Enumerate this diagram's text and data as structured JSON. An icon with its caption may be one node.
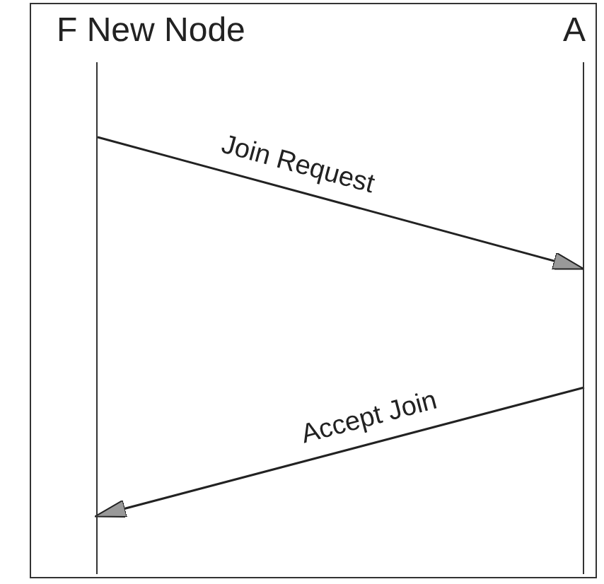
{
  "diagram": {
    "nodes": [
      {
        "text": [
          "F New Node"
        ]
      },
      {
        "text": [
          "A"
        ]
      }
    ],
    "edges": [
      {
        "from": 0,
        "to": 1,
        "arrow": "to",
        "label": "Join Request"
      },
      {
        "from": 1,
        "to": 0,
        "arrow": "to",
        "label": "Accept Join"
      }
    ]
  }
}
